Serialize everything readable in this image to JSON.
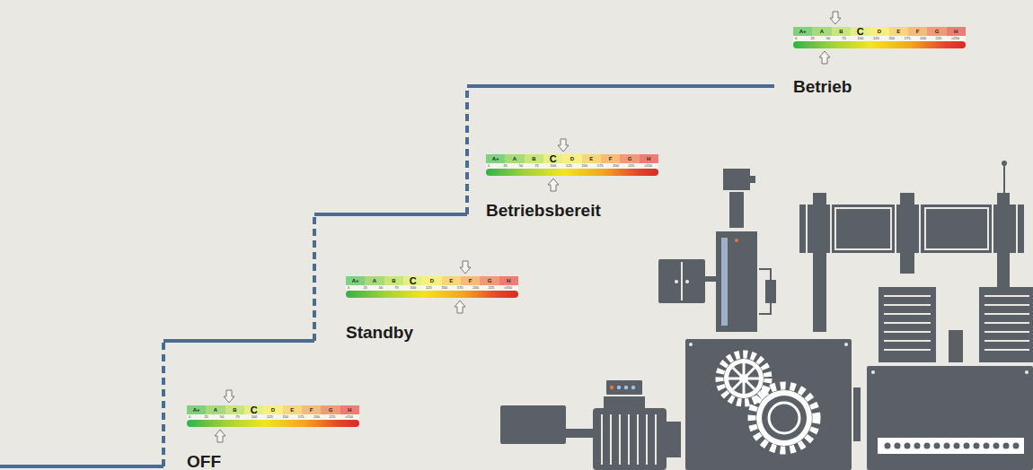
{
  "diagram": {
    "nodes": [
      {
        "text": [
          "A+",
          "A",
          "B",
          "C",
          "D",
          "E",
          "F",
          "G",
          "H",
          "0",
          "25",
          "50",
          "75",
          "100",
          "125",
          "150",
          "175",
          "200",
          "225",
          ">250",
          "OFF"
        ]
      },
      {
        "text": [
          "A+",
          "A",
          "B",
          "C",
          "D",
          "E",
          "F",
          "G",
          "H",
          "0",
          "25",
          "50",
          "75",
          "100",
          "125",
          "150",
          "175",
          "200",
          "225",
          ">250",
          "Standby"
        ]
      },
      {
        "text": [
          "A+",
          "A",
          "B",
          "C",
          "D",
          "E",
          "F",
          "G",
          "H",
          "0",
          "25",
          "50",
          "75",
          "100",
          "125",
          "150",
          "175",
          "200",
          "225",
          ">250",
          "Betriebsbereit"
        ]
      },
      {
        "text": [
          "A+",
          "A",
          "B",
          "C",
          "D",
          "E",
          "F",
          "G",
          "H",
          "0",
          "25",
          "50",
          "75",
          "100",
          "125",
          "150",
          "175",
          "200",
          "225",
          ">250",
          "Betrieb"
        ]
      }
    ]
  }
}
